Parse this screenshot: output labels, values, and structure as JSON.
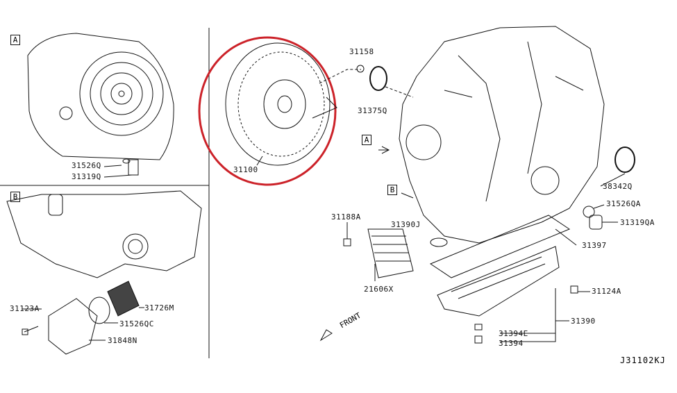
{
  "diagram": {
    "code": "J31102KJ",
    "highlight_color": "#cc2229",
    "insets": [
      {
        "id": "A",
        "parts": [
          "31526Q",
          "31319Q"
        ]
      },
      {
        "id": "B",
        "parts": [
          "31123A",
          "31726M",
          "31526QC",
          "31848N"
        ]
      }
    ],
    "main": {
      "highlighted_part": "31100",
      "view_markers": [
        "A",
        "B"
      ],
      "direction": "FRONT",
      "parts": [
        "31158",
        "31375Q",
        "38342Q",
        "31526QA",
        "31319QA",
        "31397",
        "31188A",
        "31390J",
        "21606X",
        "31124A",
        "31390",
        "31394E",
        "31394"
      ]
    }
  }
}
